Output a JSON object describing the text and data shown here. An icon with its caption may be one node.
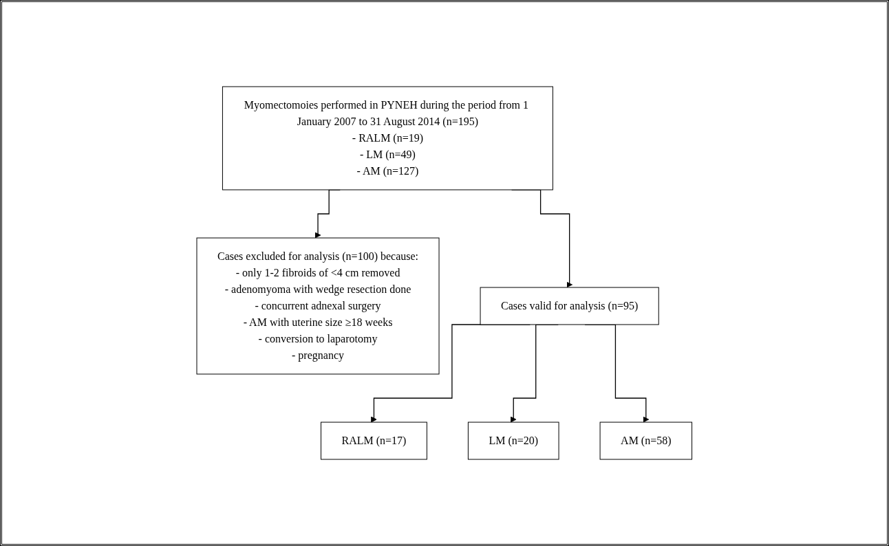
{
  "diagram": {
    "nodes": [
      {
        "text": [
          "Myomectomoies performed in PYNEH during the period from 1 January 2007 to 31 August 2014 (n=195)",
          "- RALM (n=19)",
          "- LM (n=49)",
          "- AM (n=127)"
        ]
      },
      {
        "text": [
          "Cases excluded for analysis (n=100) because:",
          "- only 1-2 fibroids of <4 cm removed",
          "- adenomyoma with wedge resection done",
          "- concurrent adnexal surgery",
          "- AM with uterine size ≥18 weeks",
          "- conversion to laparotomy",
          "- pregnancy"
        ]
      },
      {
        "text": [
          "Cases valid for analysis (n=95)"
        ]
      },
      {
        "text": [
          "RALM (n=17)"
        ]
      },
      {
        "text": [
          "LM (n=20)"
        ]
      },
      {
        "text": [
          "AM (n=58)"
        ]
      }
    ],
    "edges": [
      {
        "from": 0,
        "to": 2,
        "arrow": "to"
      },
      {
        "from": 0,
        "to": 1,
        "arrow": "to"
      },
      {
        "from": 2,
        "to": 3,
        "arrow": "to"
      },
      {
        "from": 2,
        "to": 4,
        "arrow": "to"
      },
      {
        "from": 2,
        "to": 5,
        "arrow": "to"
      }
    ]
  }
}
